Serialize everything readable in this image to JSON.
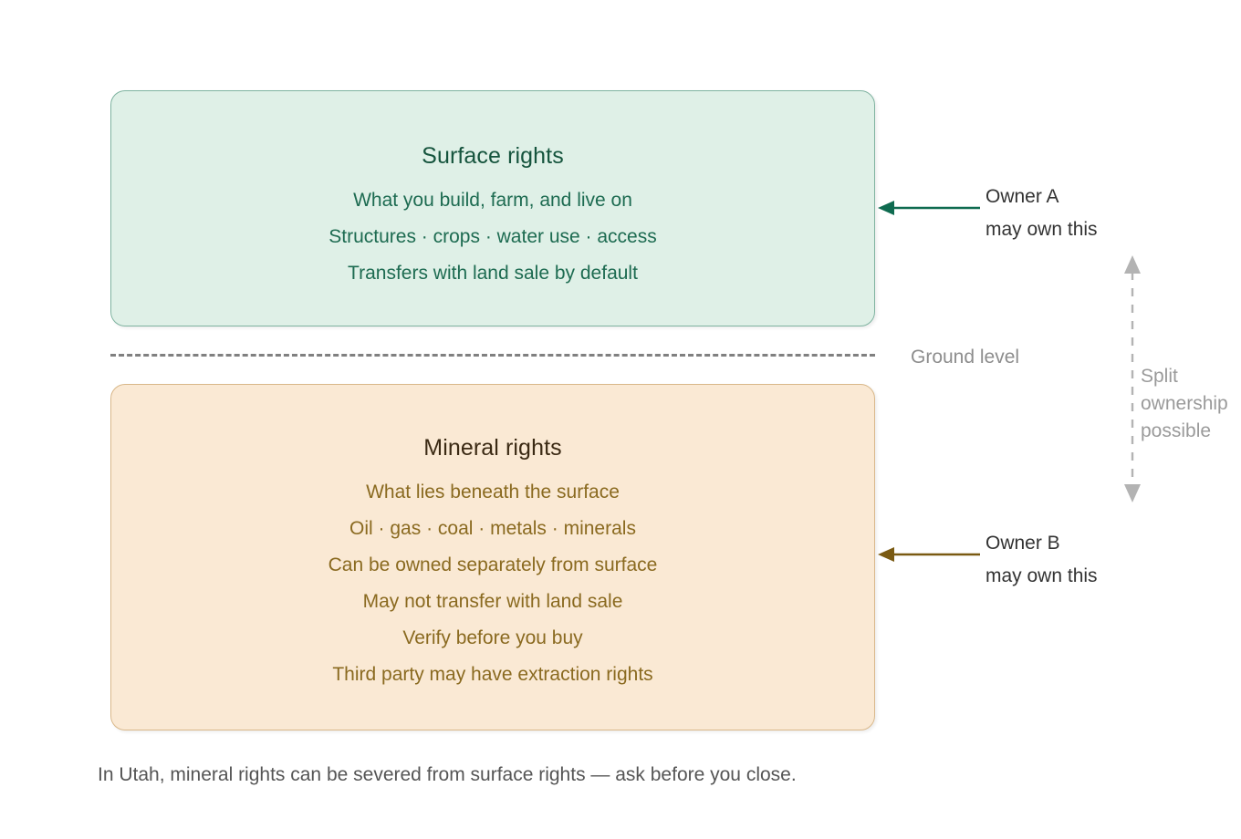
{
  "diagram": {
    "surface": {
      "title": "Surface rights",
      "lines": [
        "What you build, farm, and live on",
        "Structures · crops · water use · access",
        "Transfers with land sale by default"
      ],
      "fill_color": "#dff0e7",
      "border_color": "#7fb3a0",
      "title_color": "#15543d",
      "text_color": "#1d6b51"
    },
    "mineral": {
      "title": "Mineral rights",
      "lines": [
        "What lies beneath the surface",
        "Oil · gas · coal · metals · minerals",
        "Can be owned separately from surface",
        "May not transfer with land sale",
        "Verify before you buy",
        "Third party may have extraction rights"
      ],
      "fill_color": "#fae9d4",
      "border_color": "#d9b88a",
      "title_color": "#3b2a14",
      "text_color": "#8a6a20"
    },
    "ground_level_label": "Ground level",
    "ground_line_color": "#808080",
    "callouts": [
      {
        "line1": "Owner A",
        "line2": "may own this",
        "arrow_color": "#0f6b50"
      },
      {
        "line1": "Owner B",
        "line2": "may own this",
        "arrow_color": "#7a5a12"
      }
    ],
    "split": {
      "line1": "Split",
      "line2": "ownership",
      "line3": "possible",
      "arrow_color": "#b3b3b3",
      "text_color": "#9a9a9a"
    },
    "footnote": "In Utah, mineral rights can be severed from surface rights — ask before you close."
  }
}
